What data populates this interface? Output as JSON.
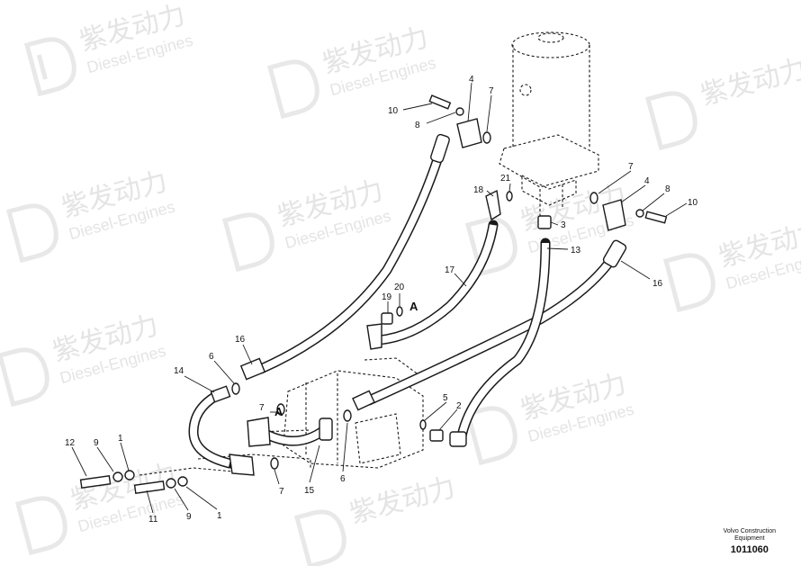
{
  "watermark": {
    "brand_cn": "紫发动力",
    "brand_en": "Diesel-Engines"
  },
  "diagram": {
    "callouts": [
      "1",
      "2",
      "3",
      "4",
      "5",
      "6",
      "7",
      "8",
      "9",
      "10",
      "11",
      "12",
      "13",
      "14",
      "15",
      "16",
      "17",
      "18",
      "19",
      "20",
      "21"
    ],
    "section_marker": "A"
  },
  "caption": {
    "line1": "Volvo Construction",
    "line2": "Equipment",
    "doc_number": "1011060"
  }
}
